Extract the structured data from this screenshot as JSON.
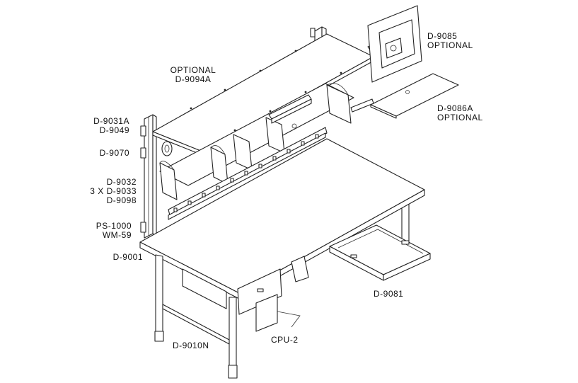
{
  "labels": {
    "optional_d9094a": [
      "OPTIONAL",
      "D-9094A"
    ],
    "d9085": [
      "D-9085",
      "OPTIONAL"
    ],
    "d9086a": [
      "D-9086A",
      "OPTIONAL"
    ],
    "d9031a": [
      "D-9031A",
      "D-9049"
    ],
    "d9070": [
      "D-9070"
    ],
    "d9032": [
      "D-9032",
      "3 X D-9033",
      "D-9098"
    ],
    "ps1000": [
      "PS-1000",
      "WM-59"
    ],
    "d9001": [
      "D-9001"
    ],
    "d9081": [
      "D-9081"
    ],
    "cpu2": [
      "CPU-2"
    ],
    "d9010n": [
      "D-9010N"
    ]
  }
}
